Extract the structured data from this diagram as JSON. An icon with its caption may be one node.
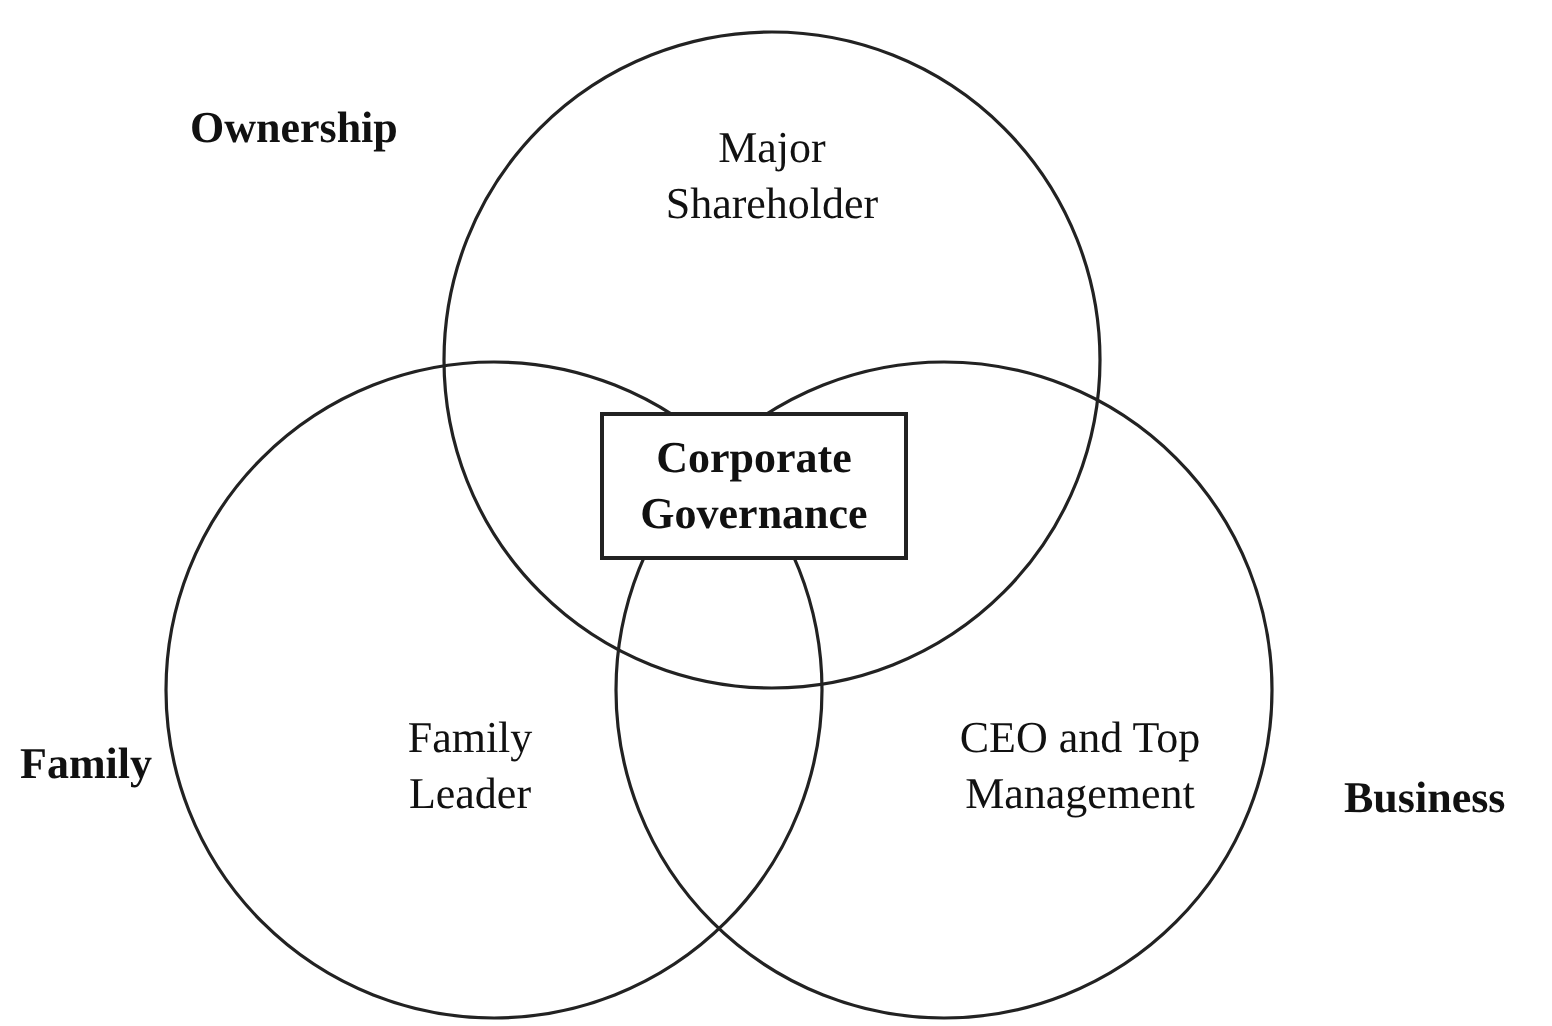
{
  "diagram": {
    "nodes": [
      {
        "text": [
          "Ownership",
          "Major Shareholder"
        ]
      },
      {
        "text": [
          "Family",
          "Family Leader"
        ]
      },
      {
        "text": [
          "CEO and Top Management",
          "Business"
        ]
      },
      {
        "text": [
          "Corporate Governance"
        ]
      }
    ]
  }
}
